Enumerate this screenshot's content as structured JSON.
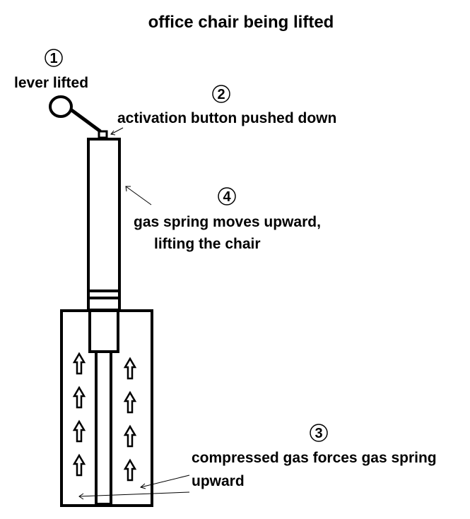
{
  "title": "office chair being lifted",
  "steps": [
    {
      "number": "1",
      "lines": [
        "lever lifted"
      ]
    },
    {
      "number": "2",
      "lines": [
        "activation button pushed down"
      ]
    },
    {
      "number": "3",
      "lines": [
        "compressed gas forces gas spring",
        "upward"
      ]
    },
    {
      "number": "4",
      "lines": [
        "gas spring moves upward,",
        "lifting the chair"
      ]
    }
  ],
  "colors": {
    "ink": "#000000",
    "background": "#ffffff"
  },
  "icons": {
    "lever": "lever-handle",
    "arrows": "hollow-up-arrow",
    "pointers": "thin-pointer-arrow"
  }
}
